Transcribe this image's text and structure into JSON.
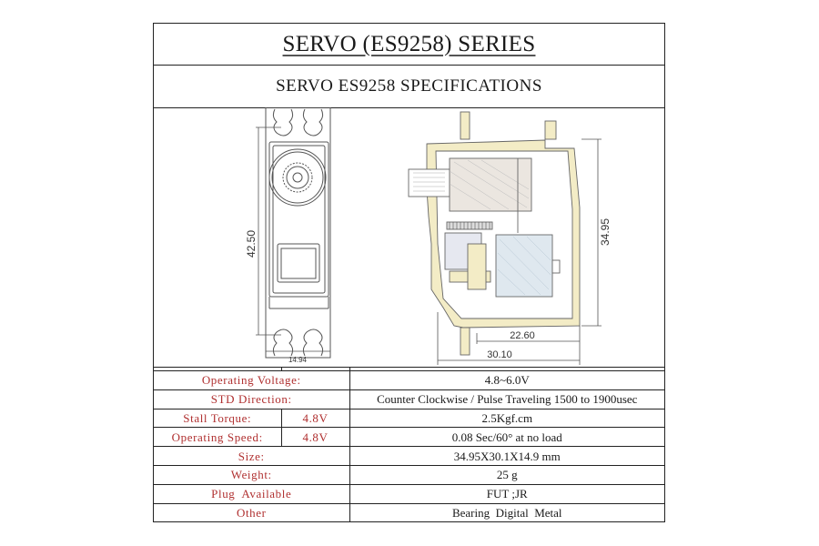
{
  "document": {
    "title": "SERVO (ES9258) SERIES",
    "subtitle": "SERVO ES9258 SPECIFICATIONS"
  },
  "drawing": {
    "front_view": {
      "height_dim": "42.50",
      "width_dim": "14.94"
    },
    "side_view": {
      "height_dim": "34.95",
      "inner_width_dim": "22.60",
      "overall_width_dim": "30.10"
    }
  },
  "specifications": {
    "rows": [
      {
        "label": "Operating Voltage:",
        "condition": "",
        "value": "4.8~6.0V"
      },
      {
        "label": "STD Direction:",
        "condition": "",
        "value": "Counter Clockwise / Pulse Traveling 1500 to 1900usec"
      },
      {
        "label": "Stall Torque:",
        "condition": "4.8V",
        "value": "2.5Kgf.cm"
      },
      {
        "label": "Operating Speed:",
        "condition": "4.8V",
        "value": "0.08 Sec/60° at no load"
      },
      {
        "label": "Size:",
        "condition": "",
        "value": "34.95X30.1X14.9 mm"
      },
      {
        "label": "Weight:",
        "condition": "",
        "value": "25 g"
      },
      {
        "label": "Plug  Available",
        "condition": "",
        "value": "FUT ;JR"
      },
      {
        "label": "Other",
        "condition": "",
        "value": "Bearing  Digital  Metal"
      }
    ]
  },
  "colors": {
    "label_red": "#b03030",
    "border": "#222222",
    "gear_fill": "#f3ecc6",
    "motor_fill": "#dfe8ef"
  }
}
